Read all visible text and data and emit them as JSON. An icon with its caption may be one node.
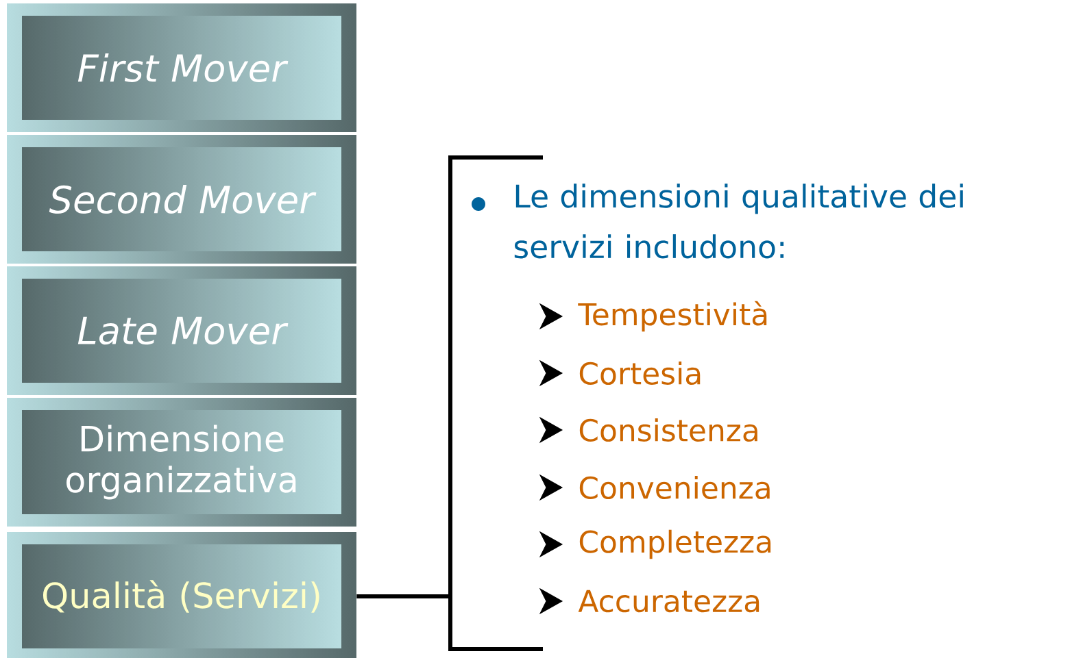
{
  "diagram": {
    "nodes": [
      {
        "text": [
          "First Mover"
        ]
      },
      {
        "text": [
          "Second Mover"
        ]
      },
      {
        "text": [
          "Late Mover"
        ]
      },
      {
        "text": [
          "Dimensione organizzativa"
        ]
      },
      {
        "text": [
          "Qualità (Servizi)"
        ]
      },
      {
        "text": [
          "Le dimensioni qualitative dei servizi includono:",
          "Tempestività",
          "Cortesia",
          "Consistenza",
          "Convenienza",
          "Completezza",
          "Accuratezza"
        ]
      }
    ],
    "edges": [
      {
        "from": 4,
        "to": 5,
        "arrow": "none"
      }
    ]
  }
}
